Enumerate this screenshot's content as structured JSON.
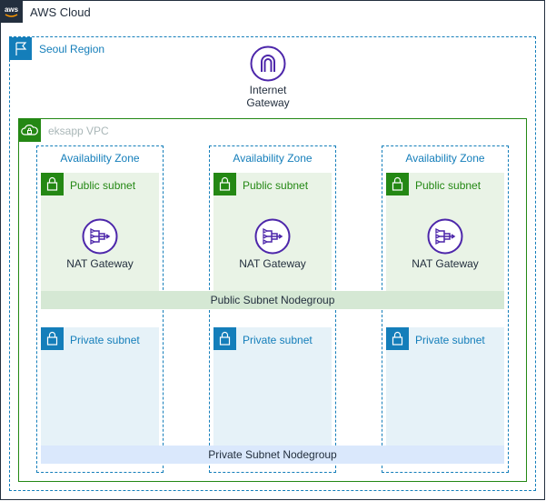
{
  "cloud": {
    "label": "AWS Cloud",
    "icon": "aws-logo-icon"
  },
  "region": {
    "label": "Seoul Region",
    "icon": "region-flag-icon"
  },
  "internet_gateway": {
    "line1": "Internet",
    "line2": "Gateway",
    "icon": "internet-gateway-icon"
  },
  "vpc": {
    "label": "eksapp VPC",
    "icon": "vpc-cloud-lock-icon"
  },
  "availability_zones": [
    {
      "label": "Availability Zone",
      "public_subnet": "Public subnet",
      "nat_label": "NAT Gateway",
      "private_subnet": "Private subnet"
    },
    {
      "label": "Availability Zone",
      "public_subnet": "Public subnet",
      "nat_label": "NAT Gateway",
      "private_subnet": "Private subnet"
    },
    {
      "label": "Availability Zone",
      "public_subnet": "Public subnet",
      "nat_label": "NAT Gateway",
      "private_subnet": "Private subnet"
    }
  ],
  "nodegroups": {
    "public": "Public Subnet Nodegroup",
    "private": "Private Subnet Nodegroup"
  },
  "colors": {
    "aws_dark": "#232f3e",
    "region_blue": "#147eba",
    "vpc_green": "#248814",
    "nat_purple": "#4d27aa"
  }
}
